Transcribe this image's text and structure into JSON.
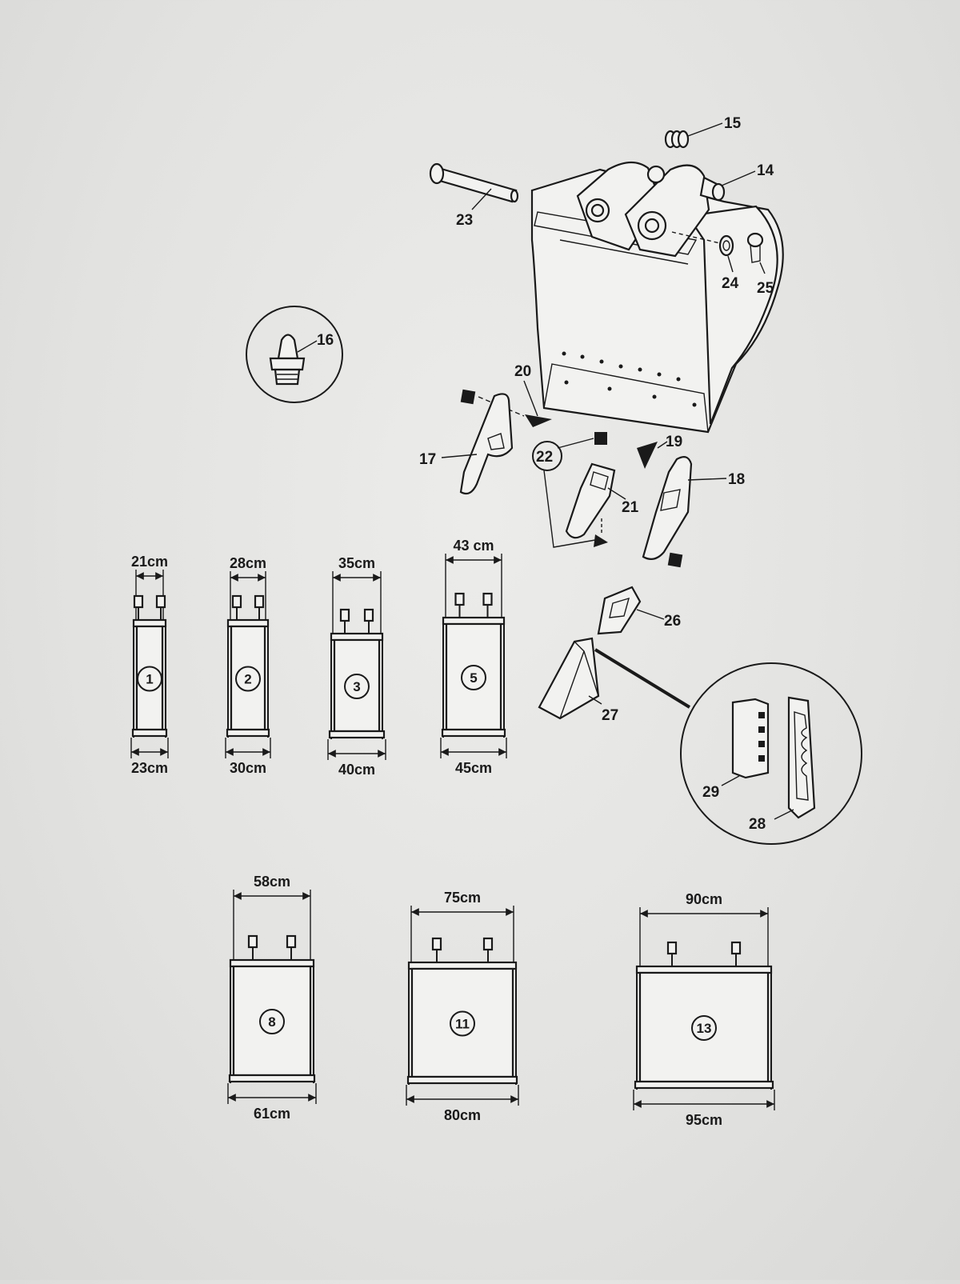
{
  "callouts": {
    "c14": "14",
    "c15": "15",
    "c16": "16",
    "c17": "17",
    "c18": "18",
    "c19": "19",
    "c20": "20",
    "c21": "21",
    "c22": "22",
    "c23": "23",
    "c24": "24",
    "c25": "25",
    "c26": "26",
    "c27": "27",
    "c28": "28",
    "c29": "29"
  },
  "buckets": [
    {
      "number": "1",
      "top_width": "21cm",
      "bottom_width": "23cm"
    },
    {
      "number": "2",
      "top_width": "28cm",
      "bottom_width": "30cm"
    },
    {
      "number": "3",
      "top_width": "35cm",
      "bottom_width": "40cm"
    },
    {
      "number": "5",
      "top_width": "43 cm",
      "bottom_width": "45cm"
    },
    {
      "number": "8",
      "top_width": "58cm",
      "bottom_width": "61cm"
    },
    {
      "number": "11",
      "top_width": "75cm",
      "bottom_width": "80cm"
    },
    {
      "number": "13",
      "top_width": "90cm",
      "bottom_width": "95cm"
    }
  ],
  "colors": {
    "ink": "#1a1a1a",
    "paper": "#e6e6e4"
  }
}
